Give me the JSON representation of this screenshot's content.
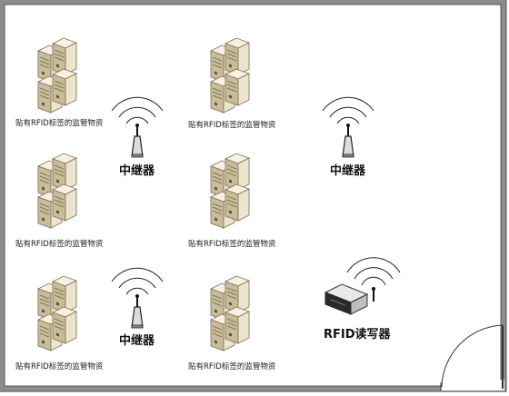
{
  "diagram": {
    "asset_label": "贴有RFID标签的监管物资",
    "repeater_label": "中继器",
    "reader_label": "RFID读写器"
  },
  "colors": {
    "wall": "#8c8c8c",
    "wall_edge": "#555555",
    "server_front": "#ece4cc",
    "server_side": "#c9bd99",
    "server_top": "#f6f1e2",
    "signal": "#222222"
  }
}
